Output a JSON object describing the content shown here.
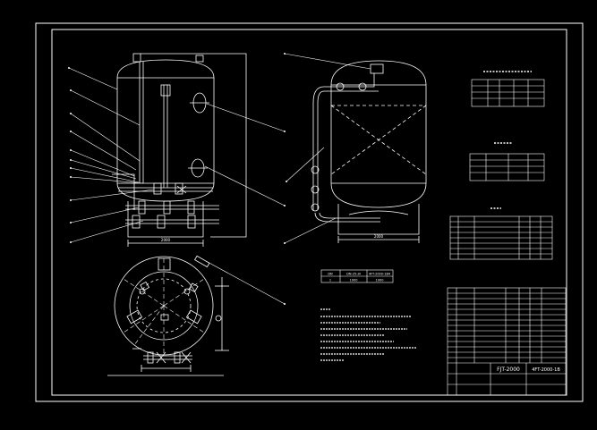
{
  "drawing": {
    "title_block": {
      "drawing_no": "FJT-2000",
      "code": "4FT-2000-1B"
    },
    "view_labels": {
      "top_view_title": "",
      "side_view_title": ""
    },
    "center_table": {
      "rows": [
        [
          "DN",
          "DN-25-J4",
          "4FT-2000-1B4"
        ],
        [
          "1",
          "1000",
          "1000"
        ]
      ]
    },
    "dimension_labels": {
      "front_base_width": "2000",
      "side_base_width": "2000"
    },
    "colors": {
      "background": "#000000",
      "lines": "#ffffff",
      "frame": "#ffffff"
    }
  }
}
